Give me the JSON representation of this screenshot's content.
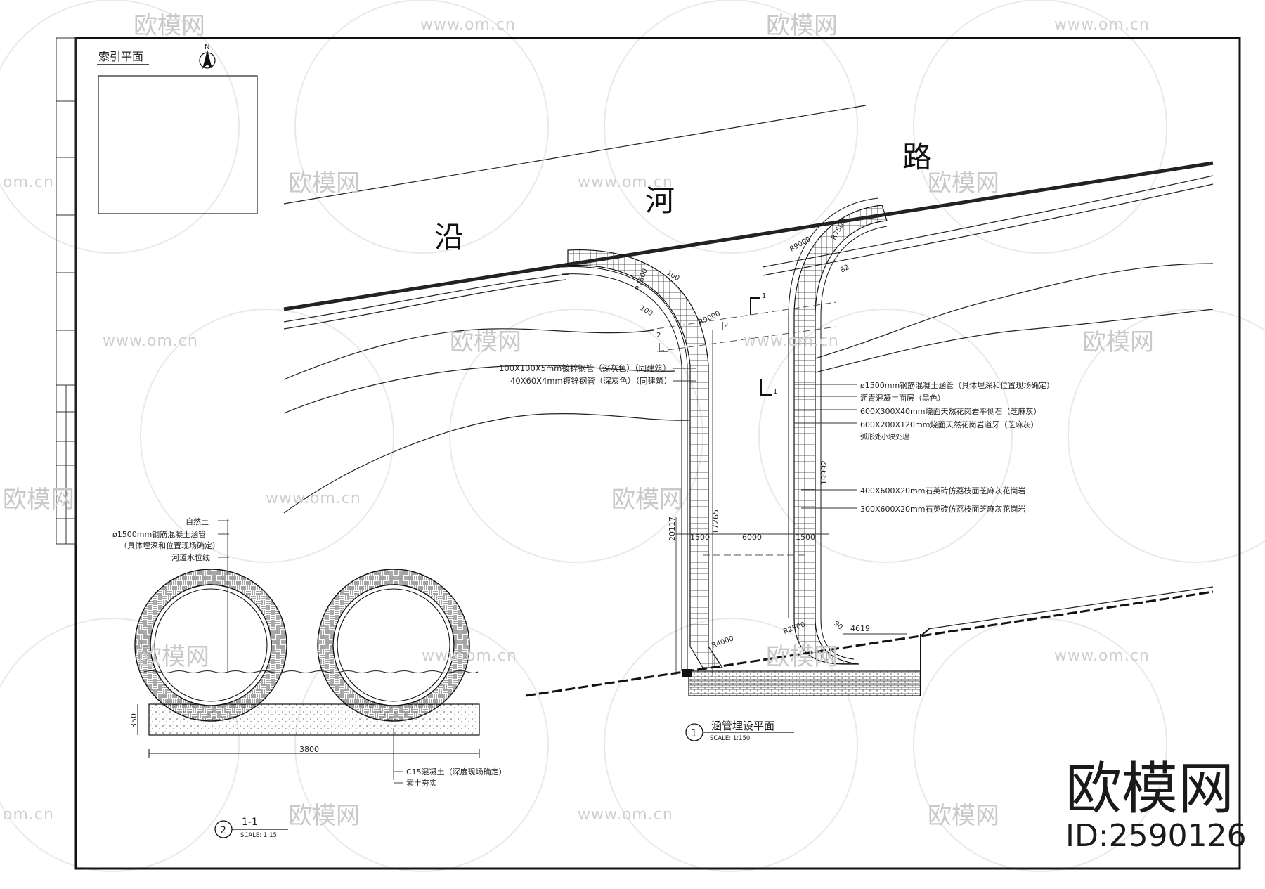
{
  "index_plan": {
    "title": "索引平面",
    "north": "N"
  },
  "road": {
    "chars": [
      "沿",
      "河",
      "路"
    ]
  },
  "plan_labels": {
    "pipe_100": "100X100X5mm镀锌钢管（深灰色）（同建筑）",
    "pipe_40": "40X60X4mm镀锌钢管（深灰色）（同建筑）",
    "culvert": "ø1500mm钢筋混凝土涵管（具体埋深和位置现场确定）",
    "asphalt": "沥青混凝土面层（黑色）",
    "paver_600x300": "600X300X40mm烧面天然花岗岩平侧石（芝麻灰）",
    "paver_600x200": "600X200X120mm烧面天然花岗岩道牙（芝麻灰）",
    "arc_note": "弧形处小块处理",
    "stone_400": "400X600X20mm石英砖仿荔枝面芝麻灰花岗岩",
    "stone_300": "300X600X20mm石英砖仿荔枝面芝麻灰花岗岩"
  },
  "dimensions": {
    "d_20117": "20117",
    "d_17265": "17265",
    "d_19992": "19992",
    "d_1500_left": "1500",
    "d_6000": "6000",
    "d_1500_right": "1500",
    "d_4619": "4619",
    "r_9000_left": "R9000",
    "r_9000_right": "R9000",
    "r_4000": "R4000",
    "r_2500": "R2500",
    "r_7500_a": "R7500",
    "r_7500_b": "R7500",
    "d_100_a": "100",
    "d_100_b": "100",
    "d_82": "82",
    "d_90": "90",
    "sec_mark": "1",
    "sec_mark_b": "1",
    "sec_2a": "2",
    "sec_2b": "2"
  },
  "plan_title": {
    "num": "1",
    "name": "涵管埋设平面",
    "scale": "SCALE: 1:150"
  },
  "section": {
    "label_soil": "自然土",
    "label_culvert": "ø1500mm钢筋混凝土涵管",
    "label_culvert_note": "（具体埋深和位置现场确定）",
    "label_water": "河道水位线",
    "dim_350": "350",
    "dim_3800": "3800",
    "label_c15": "C15混凝土（深度现场确定）",
    "label_rammed": "素土夯实",
    "title_num": "2",
    "title_name": "1-1",
    "title_scale": "SCALE: 1:15"
  },
  "watermark": {
    "brand_small": "欧模网",
    "url": "www.om.cn",
    "url_short": "om.cn"
  },
  "brand": {
    "name": "欧模网",
    "id": "ID:2590126"
  }
}
